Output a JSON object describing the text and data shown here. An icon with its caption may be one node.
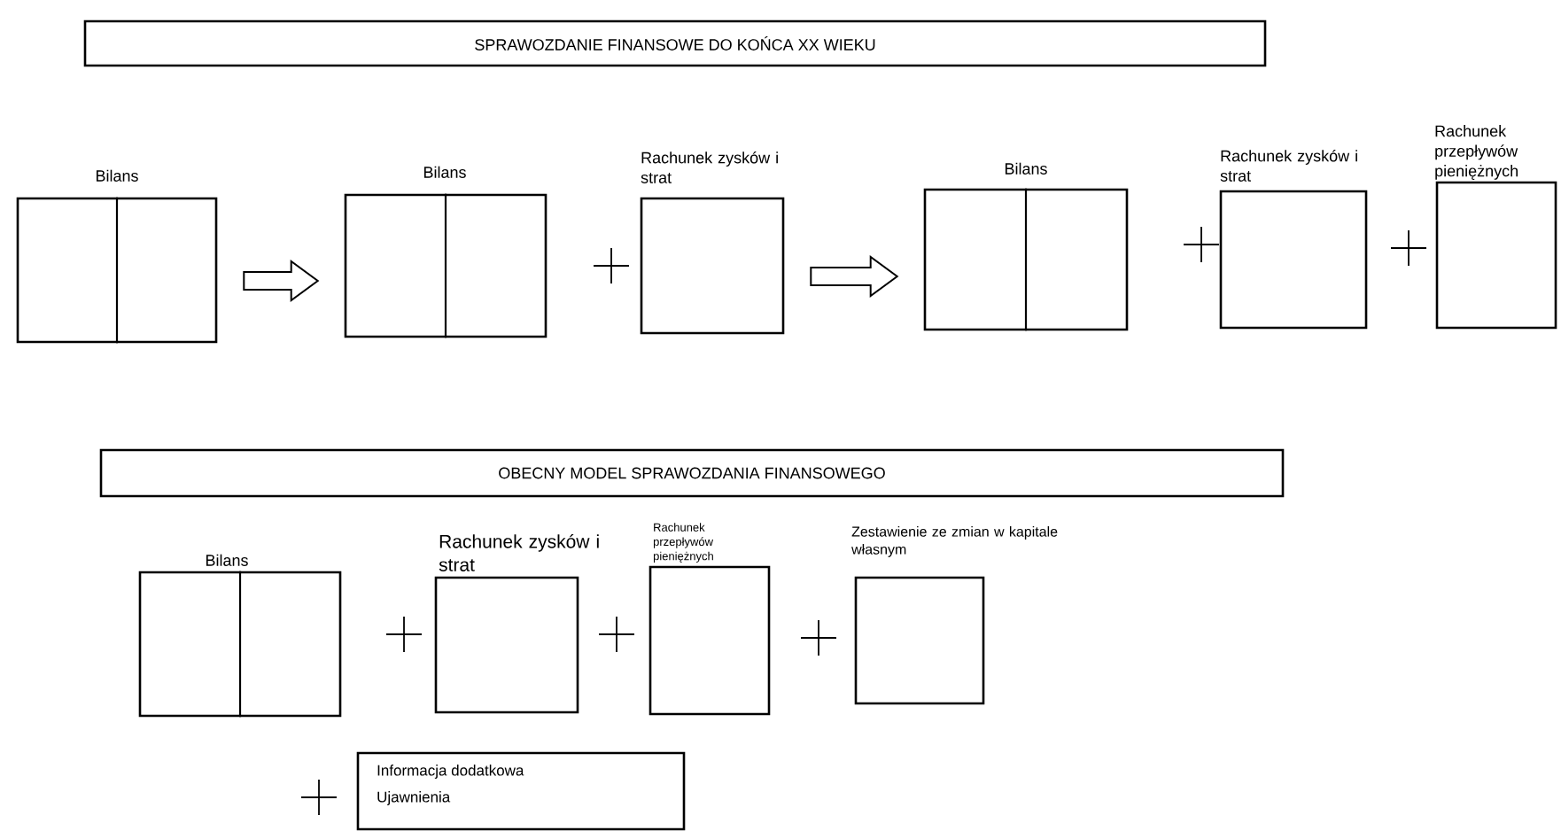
{
  "diagram": {
    "nodes": [
      {
        "text": [
          "SPRAWOZDANIE FINANSOWE DO KOŃCA XX WIEKU"
        ]
      },
      {
        "text": [
          "Bilans"
        ]
      },
      {
        "text": [
          "Bilans"
        ]
      },
      {
        "text": [
          "Rachunek zysków i strat"
        ]
      },
      {
        "text": [
          "Bilans"
        ]
      },
      {
        "text": [
          "Rachunek zysków i strat"
        ]
      },
      {
        "text": [
          "Rachunek przepływów pieniężnych"
        ]
      },
      {
        "text": [
          "OBECNY MODEL SPRAWOZDANIA FINANSOWEGO"
        ]
      },
      {
        "text": [
          "Bilans"
        ]
      },
      {
        "text": [
          "Rachunek zysków i strat"
        ]
      },
      {
        "text": [
          "Rachunek przepływów pieniężnych"
        ]
      },
      {
        "text": [
          "Zestawienie ze zmian w kapitale własnym"
        ]
      },
      {
        "text": [
          "Informacja dodatkowa",
          "Ujawnienia"
        ]
      }
    ],
    "edges": [
      {
        "from": 1,
        "to": 2,
        "arrow": "to"
      },
      {
        "from": 3,
        "to": 4,
        "arrow": "to"
      }
    ]
  }
}
